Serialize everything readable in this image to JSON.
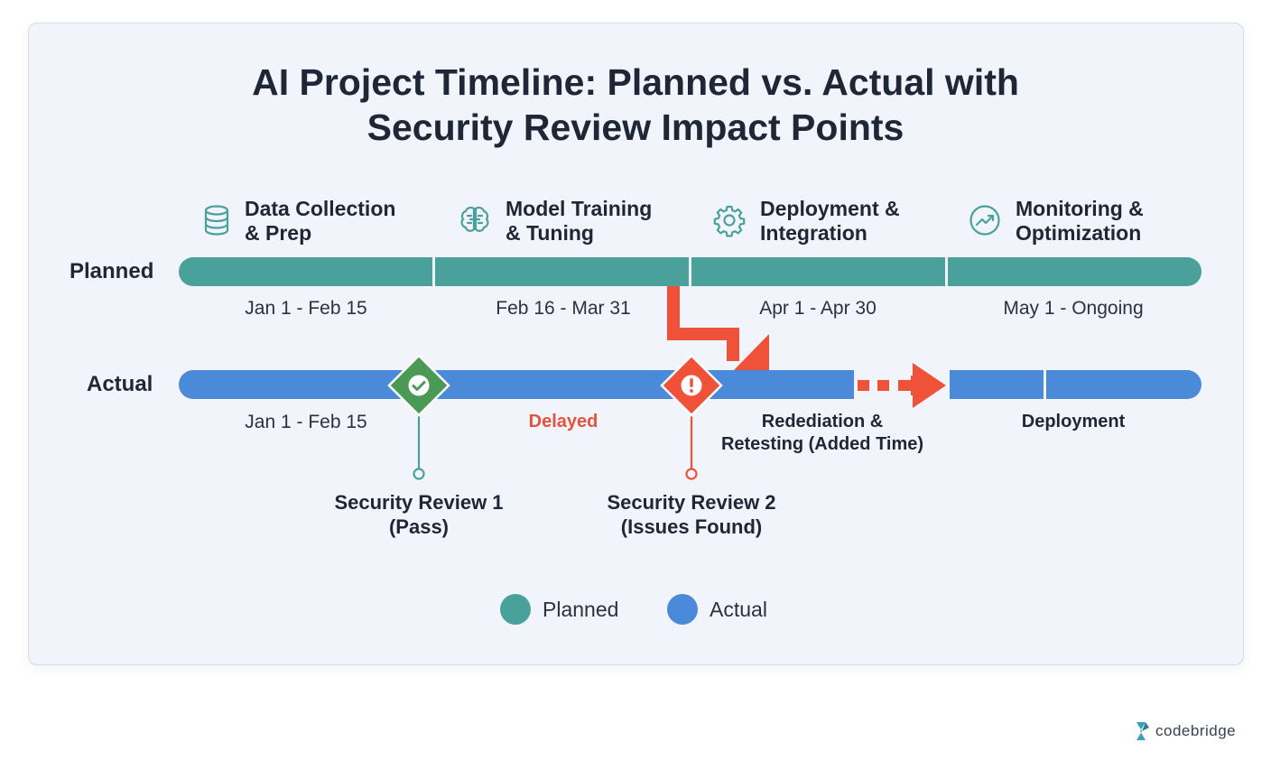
{
  "title_line1": "AI Project Timeline: Planned vs. Actual with",
  "title_line2": "Security Review Impact Points",
  "phases": [
    {
      "line1": "Data Collection",
      "line2": "& Prep",
      "icon": "database-icon"
    },
    {
      "line1": "Model Training",
      "line2": "& Tuning",
      "icon": "brain-icon"
    },
    {
      "line1": "Deployment &",
      "line2": "Integration",
      "icon": "gear-icon"
    },
    {
      "line1": "Monitoring &",
      "line2": "Optimization",
      "icon": "trend-icon"
    }
  ],
  "rows": {
    "planned": "Planned",
    "actual": "Actual"
  },
  "planned_dates": [
    "Jan 1 - Feb 15",
    "Feb 16 - Mar 31",
    "Apr 1 - Apr 30",
    "May 1 - Ongoing"
  ],
  "actual_labels": {
    "first": "Jan 1 - Feb 15",
    "delayed": "Delayed",
    "remediation_line1": "Redediation &",
    "remediation_line2": "Retesting (Added Time)",
    "deployment": "Deployment"
  },
  "reviews": [
    {
      "line1": "Security Review 1",
      "line2": "(Pass)",
      "status": "pass"
    },
    {
      "line1": "Security Review 2",
      "line2": "(Issues Found)",
      "status": "issues"
    }
  ],
  "legend": {
    "planned": "Planned",
    "actual": "Actual"
  },
  "brand": "codebridge",
  "colors": {
    "planned": "#4aa19b",
    "actual": "#4a8ad8",
    "pass": "#4a9a55",
    "issue": "#ef5238",
    "delayed_text": "#e5533c"
  }
}
